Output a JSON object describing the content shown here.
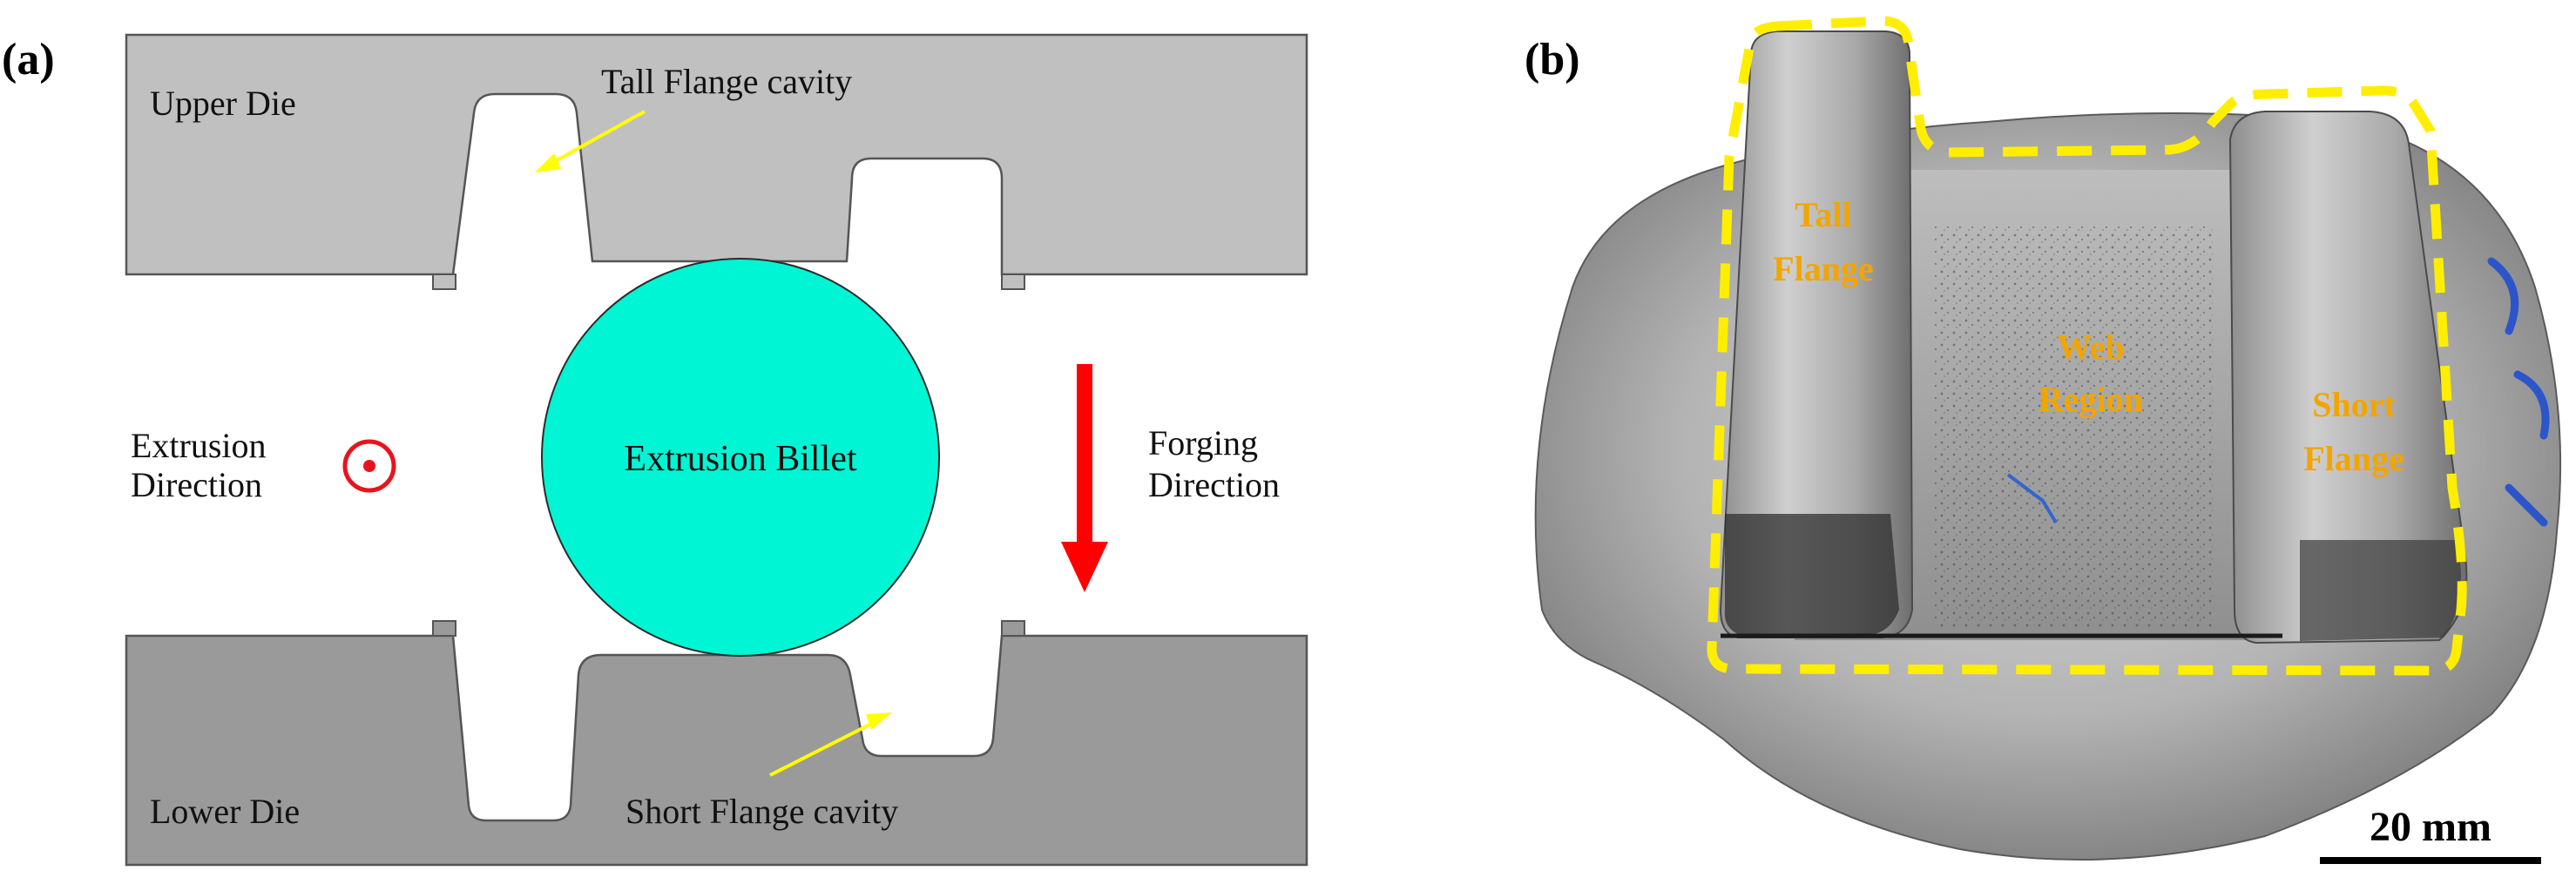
{
  "panel_a": {
    "label": "(a)",
    "upper_die": "Upper Die",
    "lower_die": "Lower Die",
    "tall_cavity": "Tall Flange cavity",
    "short_cavity": "Short Flange cavity",
    "billet": "Extrusion Billet",
    "extrusion_dir_line1": "Extrusion",
    "extrusion_dir_line2": "Direction",
    "forging_dir_line1": "Forging",
    "forging_dir_line2": "Direction",
    "colors": {
      "upper_die": "#c0c0c0",
      "lower_die": "#9a9a9a",
      "billet": "#00f5d4",
      "arrow": "#ff0000",
      "pointer": "#ffff00",
      "symbol": "#e8141c"
    }
  },
  "panel_b": {
    "label": "(b)",
    "tall_flange_line1": "Tall",
    "tall_flange_line2": "Flange",
    "web_line1": "Web",
    "web_line2": "Region",
    "short_flange_line1": "Short",
    "short_flange_line2": "Flange",
    "scale_bar": "20 mm",
    "colors": {
      "outline": "#ffee00",
      "label": "#f2a500"
    }
  }
}
